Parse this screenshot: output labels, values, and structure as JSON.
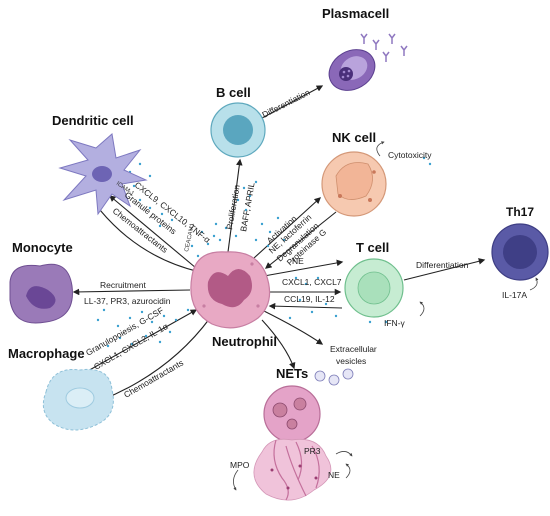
{
  "cells": {
    "plasmacell": "Plasmacell",
    "b_cell": "B cell",
    "dendritic_cell": "Dendritic cell",
    "nk_cell": "NK cell",
    "monocyte": "Monocyte",
    "t_cell": "T cell",
    "th17": "Th17",
    "macrophage": "Macrophage",
    "neutrophil": "Neutrophil",
    "nets": "NETs"
  },
  "labels": {
    "differentiation_b": "Differentiation",
    "differentiation_t": "Differentiation",
    "cytotoxicity": "Cytotoxicity",
    "proliferation": "Proliferation",
    "baff_april": "BAFF, APRIL",
    "icam1": "ICAM-1",
    "cxcl9": "CXCL9, CXCL10, TNF-α",
    "granule_proteins": "Granule proteins",
    "chemoattractants_dc": "Chemoattractants",
    "ceacam1": "CEACAM1",
    "activation": "Activation",
    "ne_lactoferrin": "NE, lactoferrin",
    "degranulation": "Degranulation",
    "proteinase_g": "Proteinase G",
    "ne_t": "NE",
    "cxcl1_cxcl7": "CXCL1, CXCL7",
    "ccl19_il12": "CCL19, IL-12",
    "ifn_g": "IFN-γ",
    "il17a": "IL-17A",
    "recruitment": "Recruitment",
    "ll37": "LL-37, PR3, azurocidin",
    "granulopoiesis": "Granulopoiesis, G-CSF",
    "cxcl1_il1a": "CXCL1, CXCL2, IL-1α",
    "chemoattractants_mac": "Chemoattractants",
    "extracellular": "Extracellular",
    "vesicles": "vesicles",
    "mpo": "MPO",
    "pr3": "PR3",
    "ne_nets": "NE"
  },
  "colors": {
    "neutrophil": "#e8a9c4",
    "neutrophil_nucleus": "#b25a86",
    "b_cell": "#b8e0ea",
    "nk_cell": "#f6c9b0",
    "t_cell": "#c6ecd2",
    "th17": "#5a5aa6",
    "monocyte": "#9a7ab8",
    "dendritic": "#b3afe0",
    "macrophage": "#c7e3f0",
    "plasma": "#8a68b8",
    "nets": "#e4a3c8",
    "dots": "#3aa0cf"
  }
}
